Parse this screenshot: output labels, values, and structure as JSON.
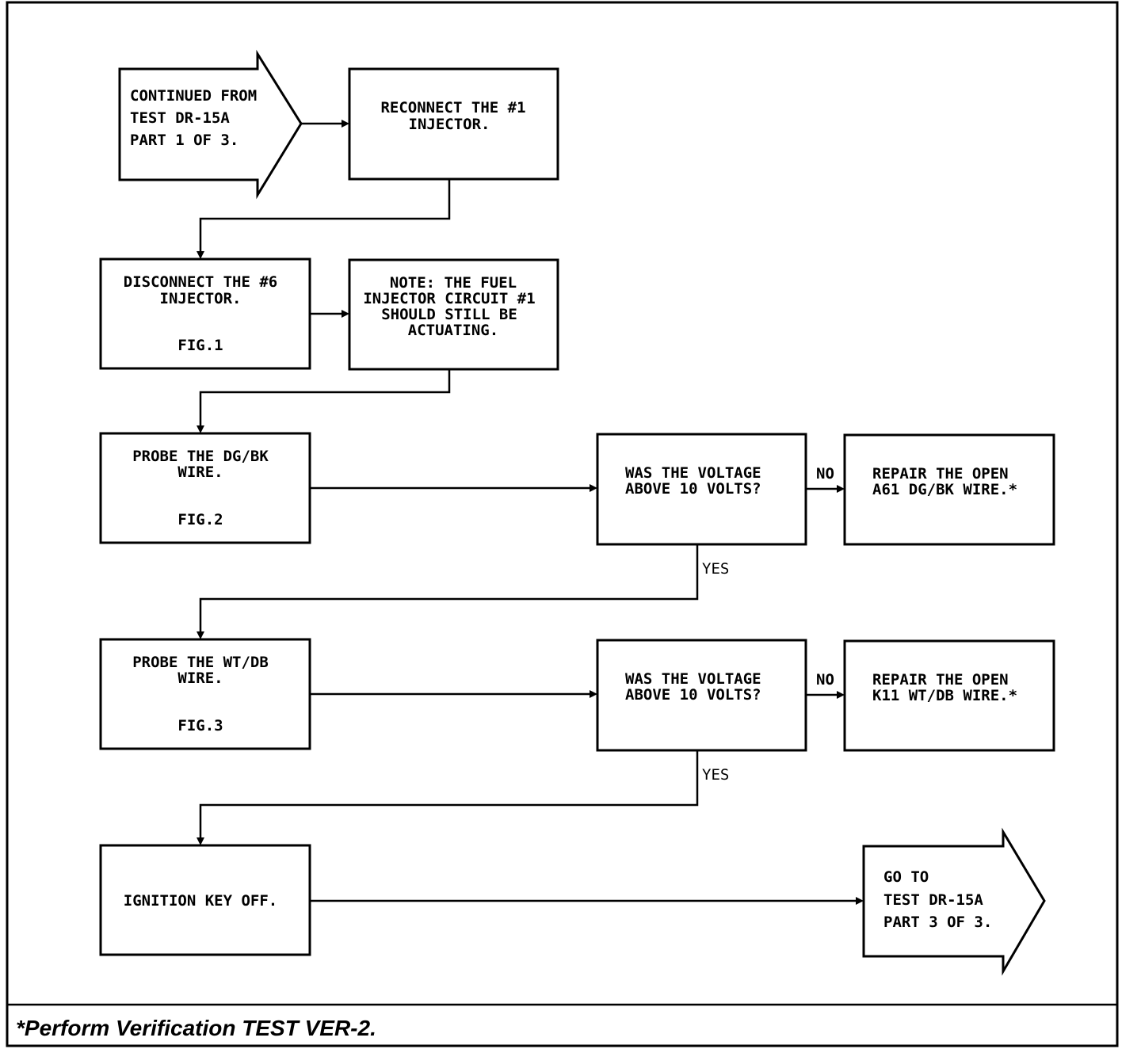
{
  "flowchart": {
    "start_arrow": {
      "lines": [
        "CONTINUED FROM",
        "TEST DR-15A",
        "PART 1 OF 3."
      ]
    },
    "step_reconnect": {
      "lines": [
        "RECONNECT THE #1",
        "INJECTOR."
      ]
    },
    "step_disconnect": {
      "lines": [
        "DISCONNECT THE #6",
        "INJECTOR."
      ],
      "fig": "FIG.1"
    },
    "step_note": {
      "lines": [
        "NOTE: THE FUEL",
        "INJECTOR CIRCUIT #1",
        "SHOULD STILL BE",
        "ACTUATING."
      ]
    },
    "step_probe_dgbk": {
      "lines": [
        "PROBE THE DG/BK",
        "WIRE."
      ],
      "fig": "FIG.2"
    },
    "decision_1": {
      "lines": [
        "WAS THE VOLTAGE",
        "ABOVE 10 VOLTS?"
      ]
    },
    "repair_1": {
      "lines": [
        "REPAIR THE OPEN",
        "A61 DG/BK WIRE.*"
      ]
    },
    "step_probe_wtdb": {
      "lines": [
        "PROBE THE WT/DB",
        "WIRE."
      ],
      "fig": "FIG.3"
    },
    "decision_2": {
      "lines": [
        "WAS THE VOLTAGE",
        "ABOVE 10 VOLTS?"
      ]
    },
    "repair_2": {
      "lines": [
        "REPAIR THE OPEN",
        "K11 WT/DB WIRE.*"
      ]
    },
    "step_ignition": {
      "lines": [
        "IGNITION KEY OFF."
      ]
    },
    "end_arrow": {
      "lines": [
        "GO TO",
        "TEST DR-15A",
        "PART 3 OF 3."
      ]
    },
    "branch_labels": {
      "no": "NO",
      "yes": "YES"
    }
  },
  "footer": {
    "note": "*Perform Verification TEST VER-2."
  }
}
